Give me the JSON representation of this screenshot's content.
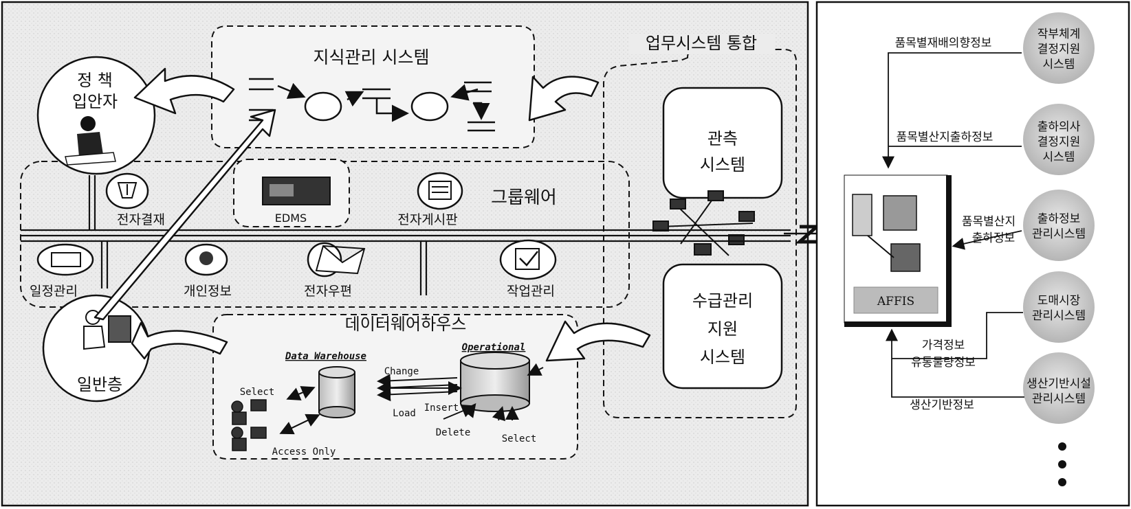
{
  "left_panel": {
    "title_integration": "업무시스템 통합",
    "knowledge_system": "지식관리 시스템",
    "policy_maker": [
      "정 책",
      "입안자"
    ],
    "general_user": "일반층",
    "groupware": {
      "title": "그룹웨어",
      "approval": "전자결재",
      "edms": "EDMS",
      "bulletin": "전자게시판",
      "schedule": "일정관리",
      "personal": "개인정보",
      "email": "전자우편",
      "task": "작업관리"
    },
    "observation_system": [
      "관측",
      "시스템"
    ],
    "supply_system": [
      "수급관리",
      "지원",
      "시스템"
    ],
    "data_warehouse": {
      "title": "데이터웨어하우스",
      "dw_label": "Data Warehouse",
      "op_label": "Operational",
      "select_left": "Select",
      "access_only": "Access Only",
      "change": "Change",
      "load": "Load",
      "insert": "Insert",
      "delete": "Delete",
      "select_right": "Select"
    }
  },
  "right_panel": {
    "affis": "AFFIS",
    "systems": [
      [
        "작부체계",
        "결정지원",
        "시스템"
      ],
      [
        "출하의사",
        "결정지원",
        "시스템"
      ],
      [
        "출하정보",
        "관리시스템"
      ],
      [
        "도매시장",
        "관리시스템"
      ],
      [
        "생산기반시설",
        "관리시스템"
      ]
    ],
    "flows": {
      "f1": "품목별재배의향정보",
      "f2": "품목별산지출하정보",
      "f3": [
        "품목별산지",
        "출하정보"
      ],
      "f4": "가격정보",
      "f5": "유통물량정보",
      "f6": "생산기반정보"
    }
  }
}
